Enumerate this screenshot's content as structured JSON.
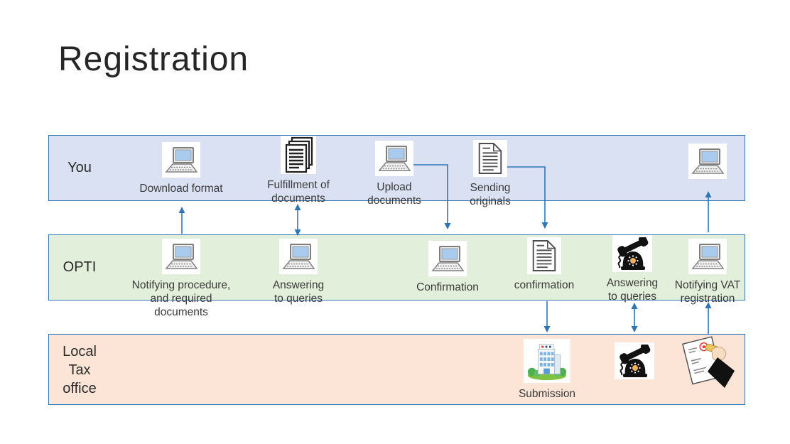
{
  "title": "Registration",
  "lanes": {
    "you": {
      "label": "You"
    },
    "opti": {
      "label": "OPTI"
    },
    "tax": {
      "label": "Local\nTax\noffice"
    }
  },
  "you_steps": {
    "download_format": {
      "icon": "laptop-icon",
      "label": "Download format"
    },
    "fulfillment": {
      "icon": "documents-stack-icon",
      "label": "Fulfillment of\ndocuments"
    },
    "upload": {
      "icon": "laptop-icon",
      "label": "Upload\ndocuments"
    },
    "sending": {
      "icon": "document-icon",
      "label": "Sending\noriginals"
    },
    "receive": {
      "icon": "laptop-icon",
      "label": ""
    }
  },
  "opti_steps": {
    "notifying_procedure": {
      "icon": "laptop-icon",
      "label": "Notifying procedure,\nand required\ndocuments"
    },
    "answering_queries_online": {
      "icon": "laptop-icon",
      "label": "Answering\nto queries"
    },
    "confirmation_laptop": {
      "icon": "laptop-icon",
      "label": "Confirmation"
    },
    "confirmation_document": {
      "icon": "document-icon",
      "label": "confirmation"
    },
    "answering_queries_phone": {
      "icon": "phone-icon",
      "label": "Answering\nto queries"
    },
    "notifying_vat": {
      "icon": "laptop-icon",
      "label": "Notifying VAT\nregistration"
    }
  },
  "tax_steps": {
    "submission": {
      "icon": "office-building-icon",
      "label": "Submission"
    },
    "phone_call": {
      "icon": "phone-icon",
      "label": ""
    },
    "stamping": {
      "icon": "stamp-approval-icon",
      "label": ""
    }
  },
  "arrows": [
    {
      "from": "opti.notifying_procedure",
      "to": "you.download_format",
      "direction": "up"
    },
    {
      "from": "you.fulfillment",
      "to": "opti.answering_queries_online",
      "direction": "bidirectional"
    },
    {
      "from": "you.upload",
      "to": "opti.confirmation_laptop",
      "direction": "down-elbow"
    },
    {
      "from": "you.sending",
      "to": "opti.confirmation_document",
      "direction": "down-elbow"
    },
    {
      "from": "opti.notifying_vat",
      "to": "you.receive",
      "direction": "up"
    },
    {
      "from": "opti.confirmation_document",
      "to": "tax.submission",
      "direction": "down"
    },
    {
      "from": "opti.answering_queries_phone",
      "to": "tax.phone_call",
      "direction": "bidirectional"
    },
    {
      "from": "tax.stamping",
      "to": "opti.notifying_vat",
      "direction": "up"
    }
  ],
  "colors": {
    "band_border": "#2E75B6",
    "arrow": "#2E75B6",
    "you_fill": "#D9E1F2",
    "opti_fill": "#E2EFDA",
    "tax_fill": "#FCE4D6",
    "laptop_screen": "#A8CBEE"
  }
}
